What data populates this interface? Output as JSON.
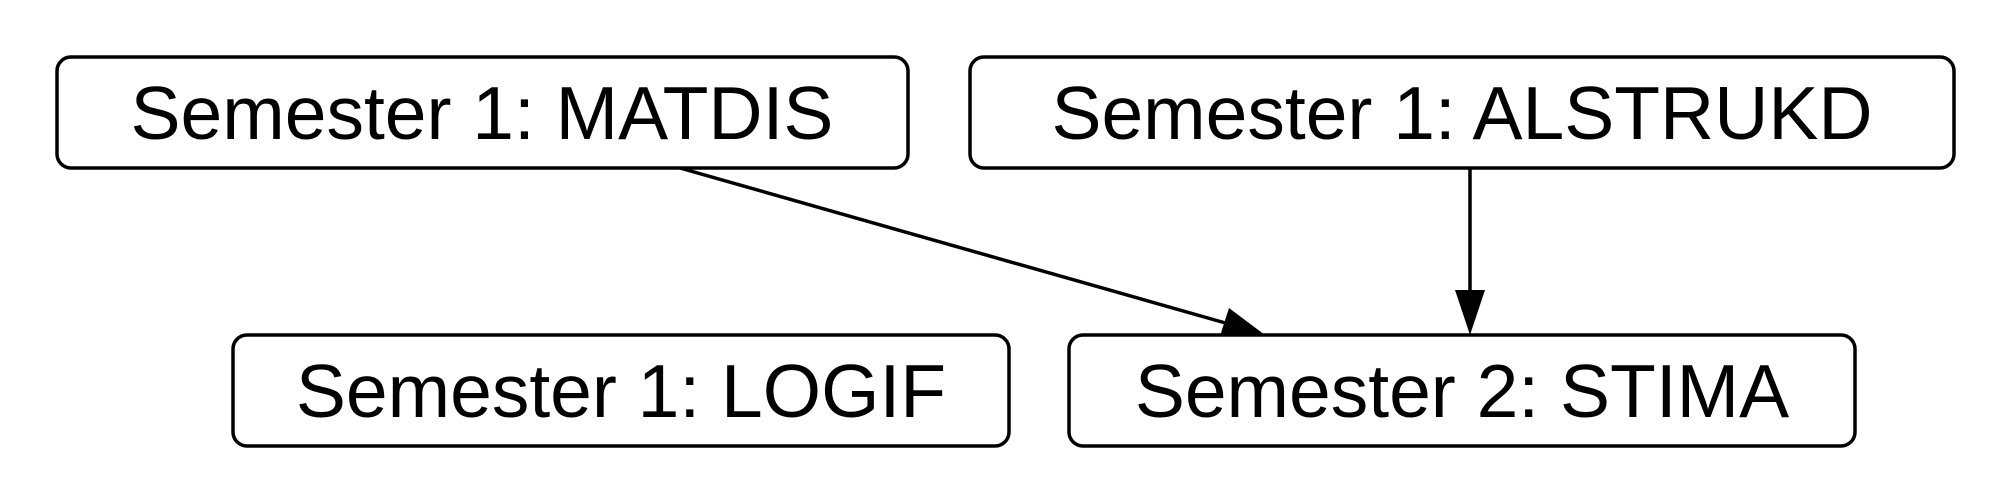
{
  "nodes": {
    "matdis": "Semester 1: MATDIS",
    "alstrukd": "Semester 1: ALSTRUKD",
    "logif": "Semester 1: LOGIF",
    "stima": "Semester 2: STIMA"
  },
  "edges": [
    {
      "from": "matdis",
      "to": "stima"
    },
    {
      "from": "alstrukd",
      "to": "stima"
    }
  ],
  "colors": {
    "stroke": "#000000",
    "background": "#ffffff"
  }
}
